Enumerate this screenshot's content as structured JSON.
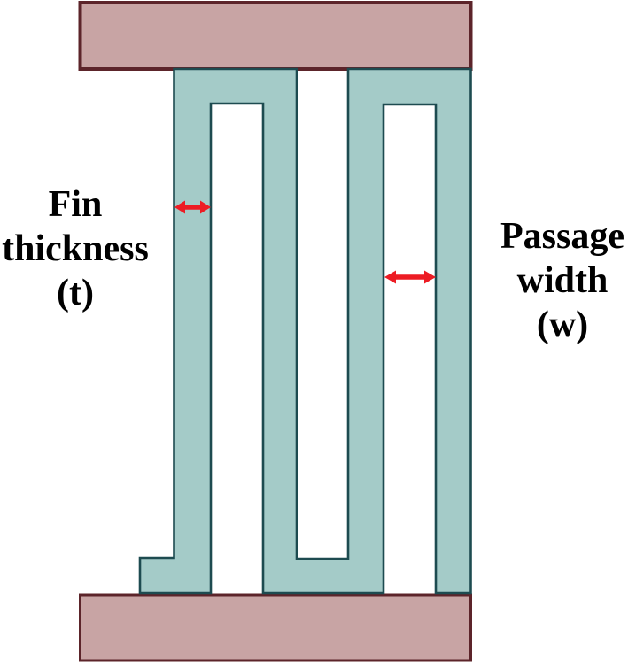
{
  "figure": {
    "labels": {
      "fin_thickness": {
        "lines": [
          "Fin",
          "thickness",
          "(t)"
        ]
      },
      "passage_width": {
        "lines": [
          "Passage",
          "width",
          "(w)"
        ]
      }
    },
    "colors": {
      "background": "#ffffff",
      "plate_fill": "#c8a4a4",
      "plate_stroke": "#5c242a",
      "fin_fill": "#a4cbc8",
      "fin_stroke": "#1d4b50",
      "arrow": "#ed1c24",
      "label_text": "#000000"
    }
  }
}
